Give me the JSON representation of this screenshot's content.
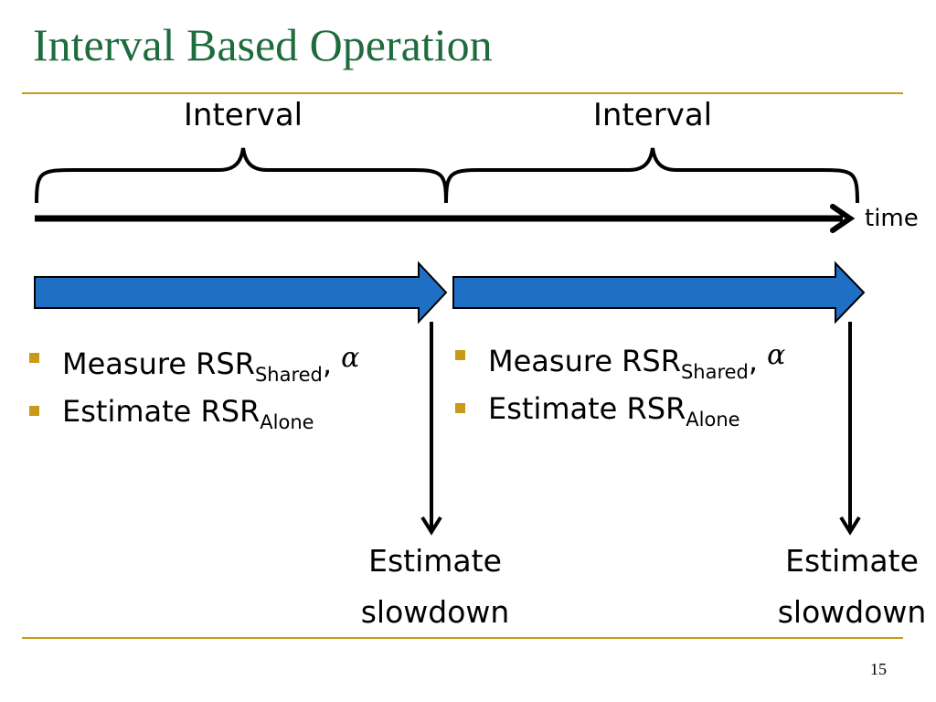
{
  "slide": {
    "title": "Interval Based Operation",
    "page_number": "15"
  },
  "timeline": {
    "interval_labels": [
      "Interval",
      "Interval"
    ],
    "axis_label": "time"
  },
  "phases": [
    {
      "measure_text": "Measure RSR",
      "measure_sub": "Shared",
      "comma": ",",
      "alpha": "α",
      "estimate_text": "Estimate RSR",
      "estimate_sub": "Alone",
      "result_line1": "Estimate",
      "result_line2": "slowdown"
    },
    {
      "measure_text": "Measure RSR",
      "measure_sub": "Shared",
      "comma": ",",
      "alpha": "α",
      "estimate_text": "Estimate RSR",
      "estimate_sub": "Alone",
      "result_line1": "Estimate",
      "result_line2": "slowdown"
    }
  ],
  "colors": {
    "title": "#1e6b3c",
    "rule": "#c99a1a",
    "bullet": "#c99a1a",
    "block_arrow_fill": "#1f6fc5",
    "block_arrow_stroke": "#000000"
  }
}
